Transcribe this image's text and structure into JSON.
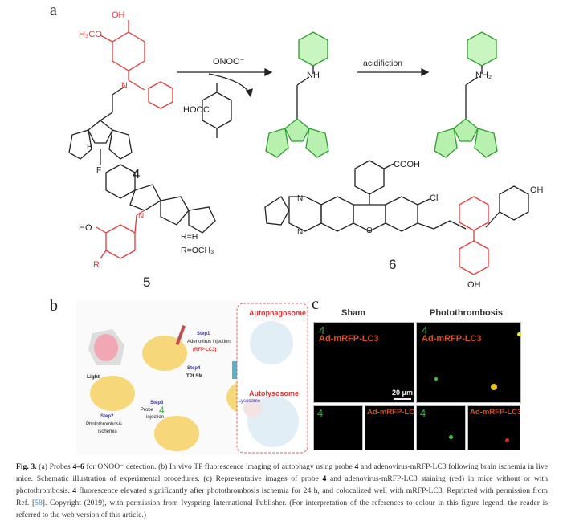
{
  "panel_a": {
    "label": "a",
    "reagent": "ONOO⁻",
    "step2": "acidifiction",
    "byproduct": "HOOC",
    "probe4": {
      "number": "4",
      "methoxy": "H₃CO",
      "hydroxy": "OH",
      "N": "N",
      "B": "B",
      "F": "F"
    },
    "product": {
      "NH": "NH",
      "NH2": "NH₂"
    },
    "probe5": {
      "number": "5",
      "HO": "HO",
      "R": "R",
      "N": "N",
      "variants": [
        "R=H",
        "R=OCH₃"
      ]
    },
    "probe6": {
      "number": "6",
      "COOH": "COOH",
      "Cl": "Cl",
      "OH": "OH",
      "O": "O",
      "N": "N"
    }
  },
  "panel_b": {
    "label": "b",
    "step1": "Step1",
    "step1_text": "Adenovirus injection",
    "step1_sub": "(RFP-LC3)",
    "light": "Light",
    "step2": "Step2",
    "step2_text": "Photothrombosis",
    "step2_sub": "ischemia",
    "step3": "Step3",
    "step3_text1": "Probe",
    "step3_num": "4",
    "step3_text2": "injection",
    "step4": "Step4",
    "step4_text": "TPLSM",
    "autophagosome": "Autophagosome",
    "autolysosome": "Autolysosome",
    "lysosome": "Lysosome"
  },
  "panel_c": {
    "label": "c",
    "col_sham": "Sham",
    "col_pt": "Photothrombosis",
    "ch4": "4",
    "chRFP": "Ad-mRFP-LC3",
    "scale": "20 μm"
  },
  "caption": {
    "fig": "Fig. 3.",
    "text1": " (a) Probes ",
    "b1": "4–6",
    " text2": " for ONOO⁻ detection. (b) In vivo TP fluorescence imaging of autophagy using probe ",
    "b2": "4",
    "text3": " and adenovirus-mRFP-LC3 following brain ischemia in live mice. Schematic illustration of experimental procedures. (c) Representative images of probe ",
    "b3": "4",
    "text4": " and adenovirus-mRFP-LC3 staining (red) in mice without or with photothrombosis. ",
    "b4": "4",
    "text5": " fluorescence elevated significantly after photothrombosis ischemia for 24 h, and colocalized well with mRFP-LC3. Reprinted with permission from Ref. [",
    "ref": "58",
    "text6": "]. Copyright (2019), with permission from Ivyspring International Publisher. (For interpretation of the references to colour in this figure legend, the reader is referred to the web version of this article.)"
  }
}
